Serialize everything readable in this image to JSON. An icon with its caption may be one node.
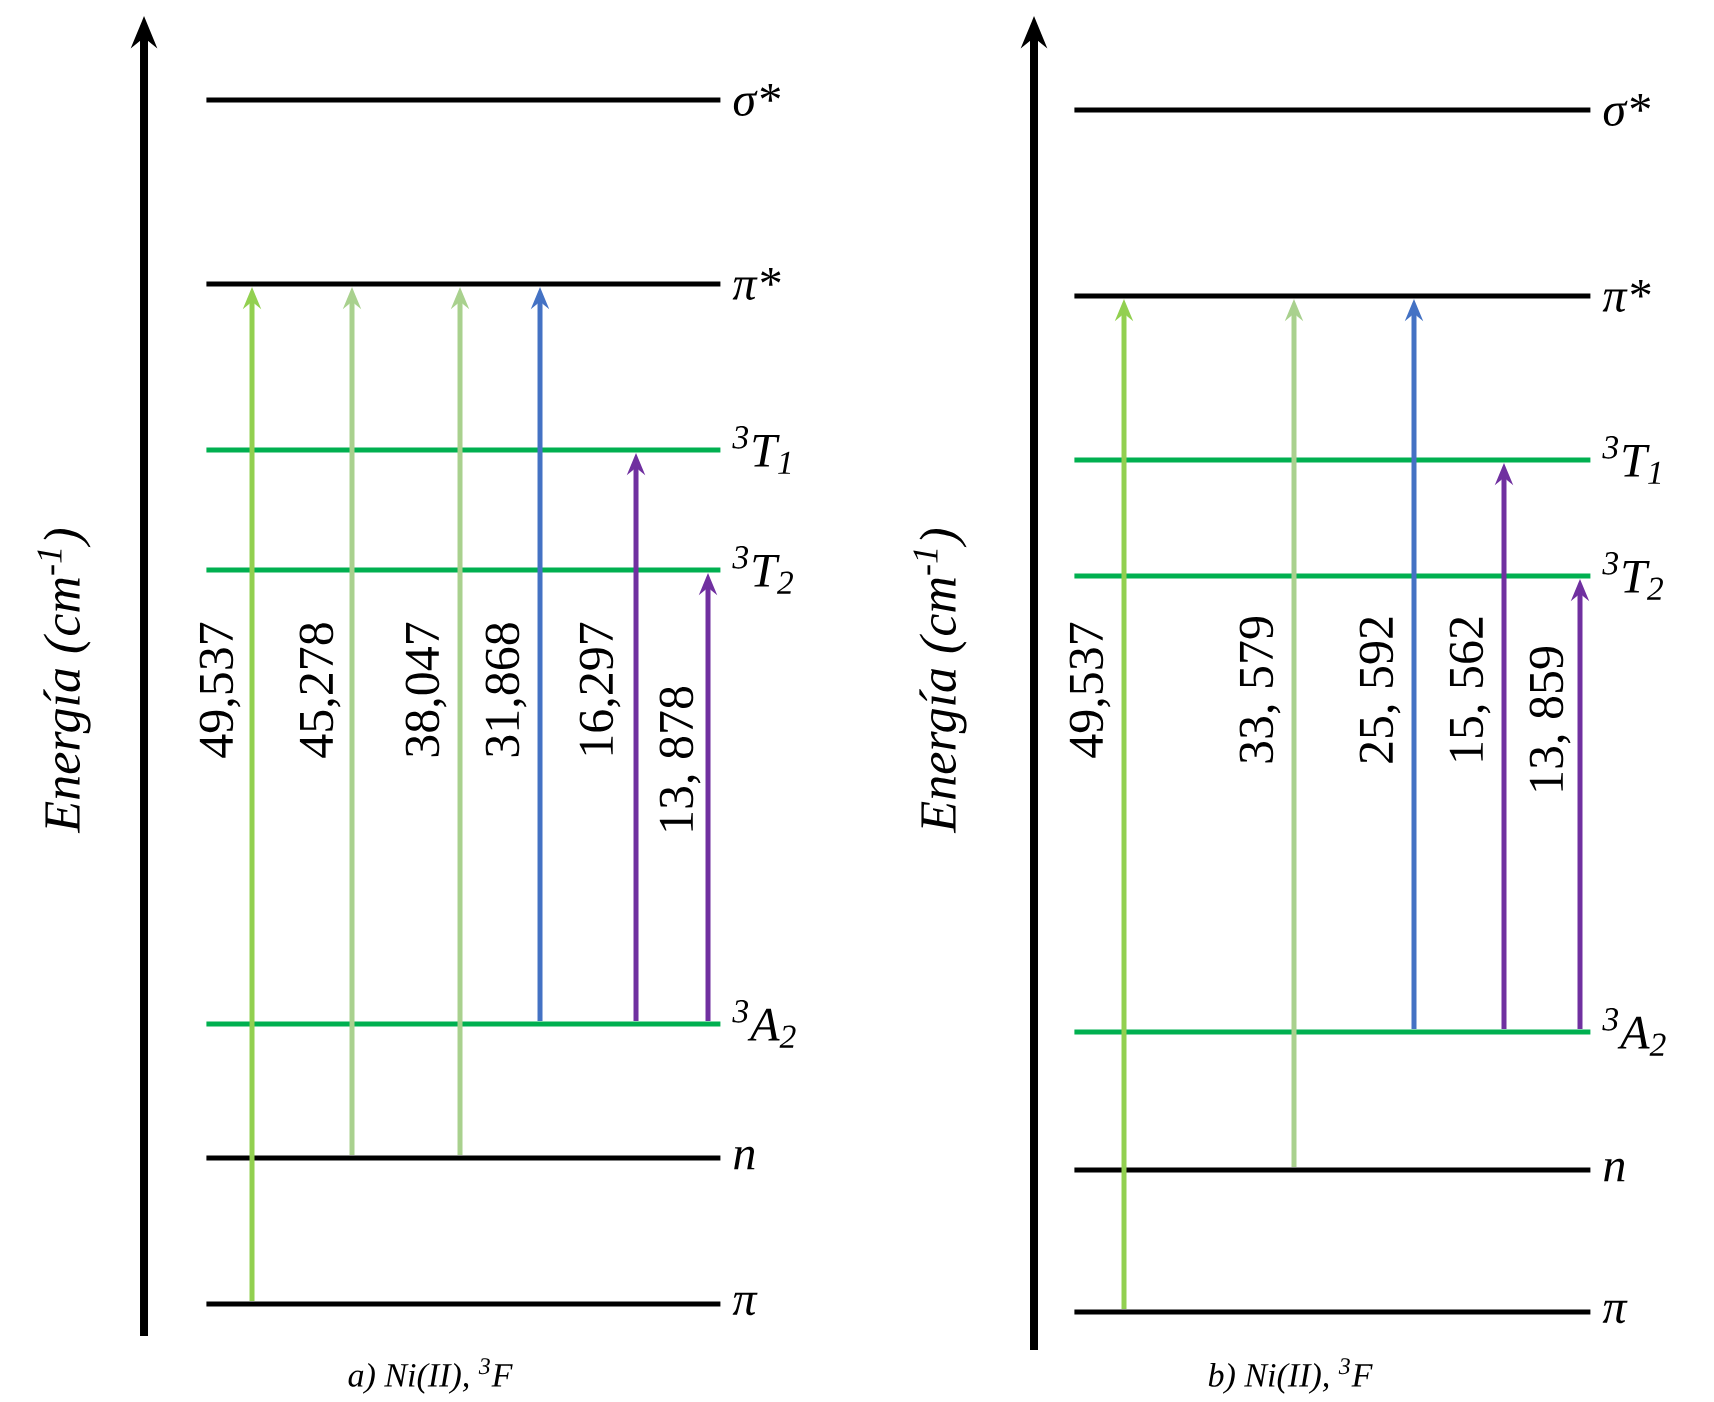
{
  "diagram": {
    "nodes": [
      {
        "text": [
          "σ*"
        ]
      },
      {
        "text": [
          "π*"
        ]
      },
      {
        "text": [
          "$^{3}$T$_{1}$"
        ]
      },
      {
        "text": [
          "$^{3}$T$_{2}$"
        ]
      },
      {
        "text": [
          "$^{3}$A$_{2}$"
        ]
      },
      {
        "text": [
          "n"
        ]
      },
      {
        "text": [
          "π"
        ]
      },
      {
        "text": [
          "σ*"
        ]
      },
      {
        "text": [
          "π*"
        ]
      },
      {
        "text": [
          "$^{3}$T$_{1}$"
        ]
      },
      {
        "text": [
          "$^{3}$T$_{2}$"
        ]
      },
      {
        "text": [
          "$^{3}$A$_{2}$"
        ]
      },
      {
        "text": [
          "n"
        ]
      },
      {
        "text": [
          "π"
        ]
      }
    ],
    "edges": [
      {
        "from": 6,
        "to": 1,
        "arrow": "to",
        "label": "49,537",
        "color": "#92d050"
      },
      {
        "from": 5,
        "to": 1,
        "arrow": "to",
        "label": "45,278",
        "color": "#a9d18e"
      },
      {
        "from": 5,
        "to": 1,
        "arrow": "to",
        "label": "38,047",
        "color": "#a9d18e"
      },
      {
        "from": 4,
        "to": 1,
        "arrow": "to",
        "label": "31,868",
        "color": "#4472c4"
      },
      {
        "from": 4,
        "to": 2,
        "arrow": "to",
        "label": "16,297",
        "color": "#7030a0"
      },
      {
        "from": 4,
        "to": 3,
        "arrow": "to",
        "label": "13, 878",
        "color": "#7030a0"
      },
      {
        "from": 13,
        "to": 8,
        "arrow": "to",
        "label": "49,537",
        "color": "#92d050"
      },
      {
        "from": 12,
        "to": 8,
        "arrow": "to",
        "label": "33, 579",
        "color": "#a9d18e"
      },
      {
        "from": 11,
        "to": 8,
        "arrow": "to",
        "label": "25, 592",
        "color": "#4472c4"
      },
      {
        "from": 11,
        "to": 9,
        "arrow": "to",
        "label": "15, 562",
        "color": "#7030a0"
      },
      {
        "from": 11,
        "to": 10,
        "arrow": "to",
        "label": "13, 859",
        "color": "#7030a0"
      }
    ],
    "labels": [
      "Energía (cm$^{-1}$)",
      "a) Ni(II), $^{3}$F",
      "Energía (cm$^{-1}$)",
      "b) Ni(II), $^{3}$F"
    ]
  }
}
